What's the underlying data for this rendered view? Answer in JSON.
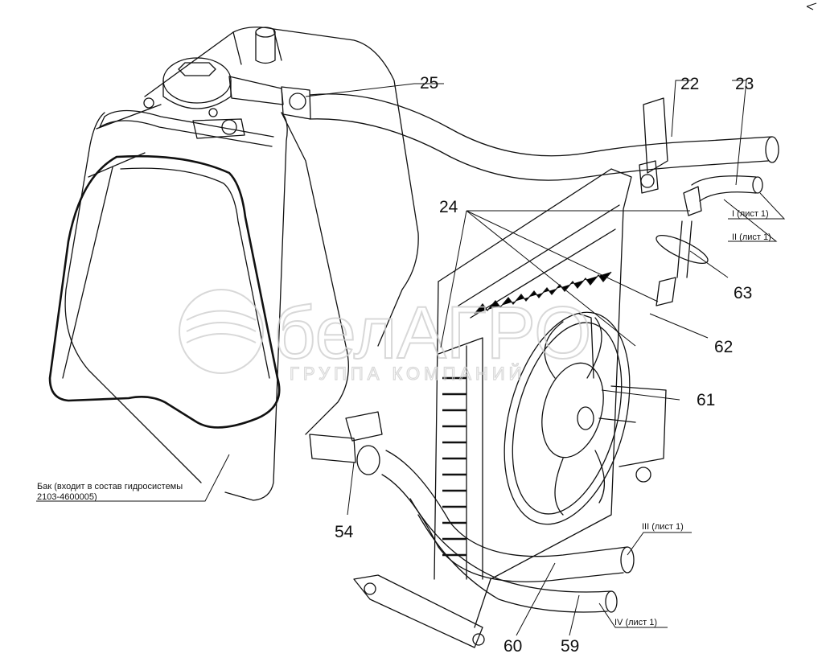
{
  "watermark": {
    "logo_text": "белАГРО",
    "subtitle": "ГРУППА КОМПАНИЙ"
  },
  "callouts": {
    "c22": "22",
    "c23": "23",
    "c24": "24",
    "c25": "25",
    "c54": "54",
    "c59": "59",
    "c60": "60",
    "c61": "61",
    "c62": "62",
    "c63": "63"
  },
  "sheet_refs": {
    "i": "I (лист 1)",
    "ii": "II (лист 1)",
    "iii": "III (лист 1)",
    "iv": "IV (лист 1)"
  },
  "tank_note": {
    "line1": "Бак (входит в состав гидросистемы",
    "line2": "2103-4600005)"
  },
  "icons": [
    "hydraulic-tank",
    "radiator",
    "fan",
    "hose",
    "clamp",
    "connector",
    "bracket"
  ]
}
